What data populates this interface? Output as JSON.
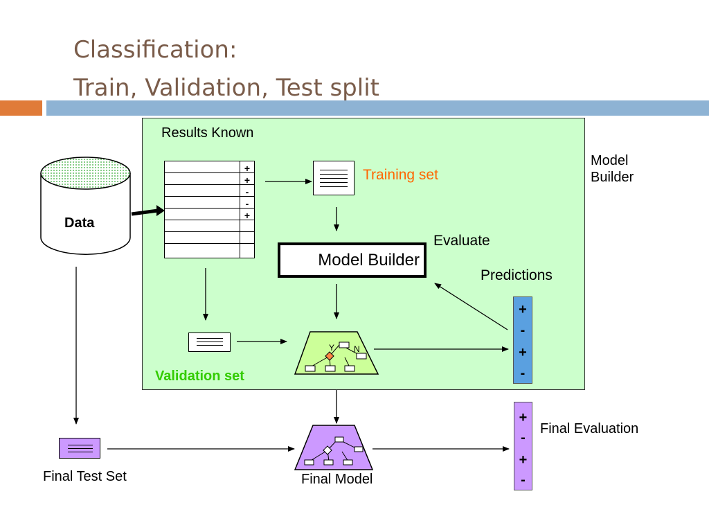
{
  "title": {
    "line1": "Classification:",
    "line2": "Train, Validation, Test split"
  },
  "labels": {
    "results_known": "Results Known",
    "data": "Data",
    "training_set": "Training set",
    "model_builder_side": "Model\nBuilder",
    "evaluate": "Evaluate",
    "model_builder_box": "Model Builder",
    "predictions": "Predictions",
    "validation_set": "Validation set",
    "final_evaluation": "Final Evaluation",
    "final_test_set": "Final Test Set",
    "final_model": "Final Model",
    "tree_yes": "Y",
    "tree_no": "N"
  },
  "table_signs": [
    "+",
    "+",
    "-",
    "-",
    "+"
  ],
  "prediction_signs": [
    "+",
    "-",
    "+",
    "-"
  ],
  "final_signs": [
    "+",
    "-",
    "+",
    "-"
  ],
  "colors": {
    "title": "#7a5c4a",
    "panel": "#ccffcc",
    "predictions_column": "#5aa0e0",
    "final_column": "#cc99ff",
    "training_label": "#ff6600",
    "validation_label": "#33cc00",
    "tree_fill_green": "#ccff99",
    "tree_fill_purple": "#cc99ff",
    "decision_node": "#ff8844"
  }
}
